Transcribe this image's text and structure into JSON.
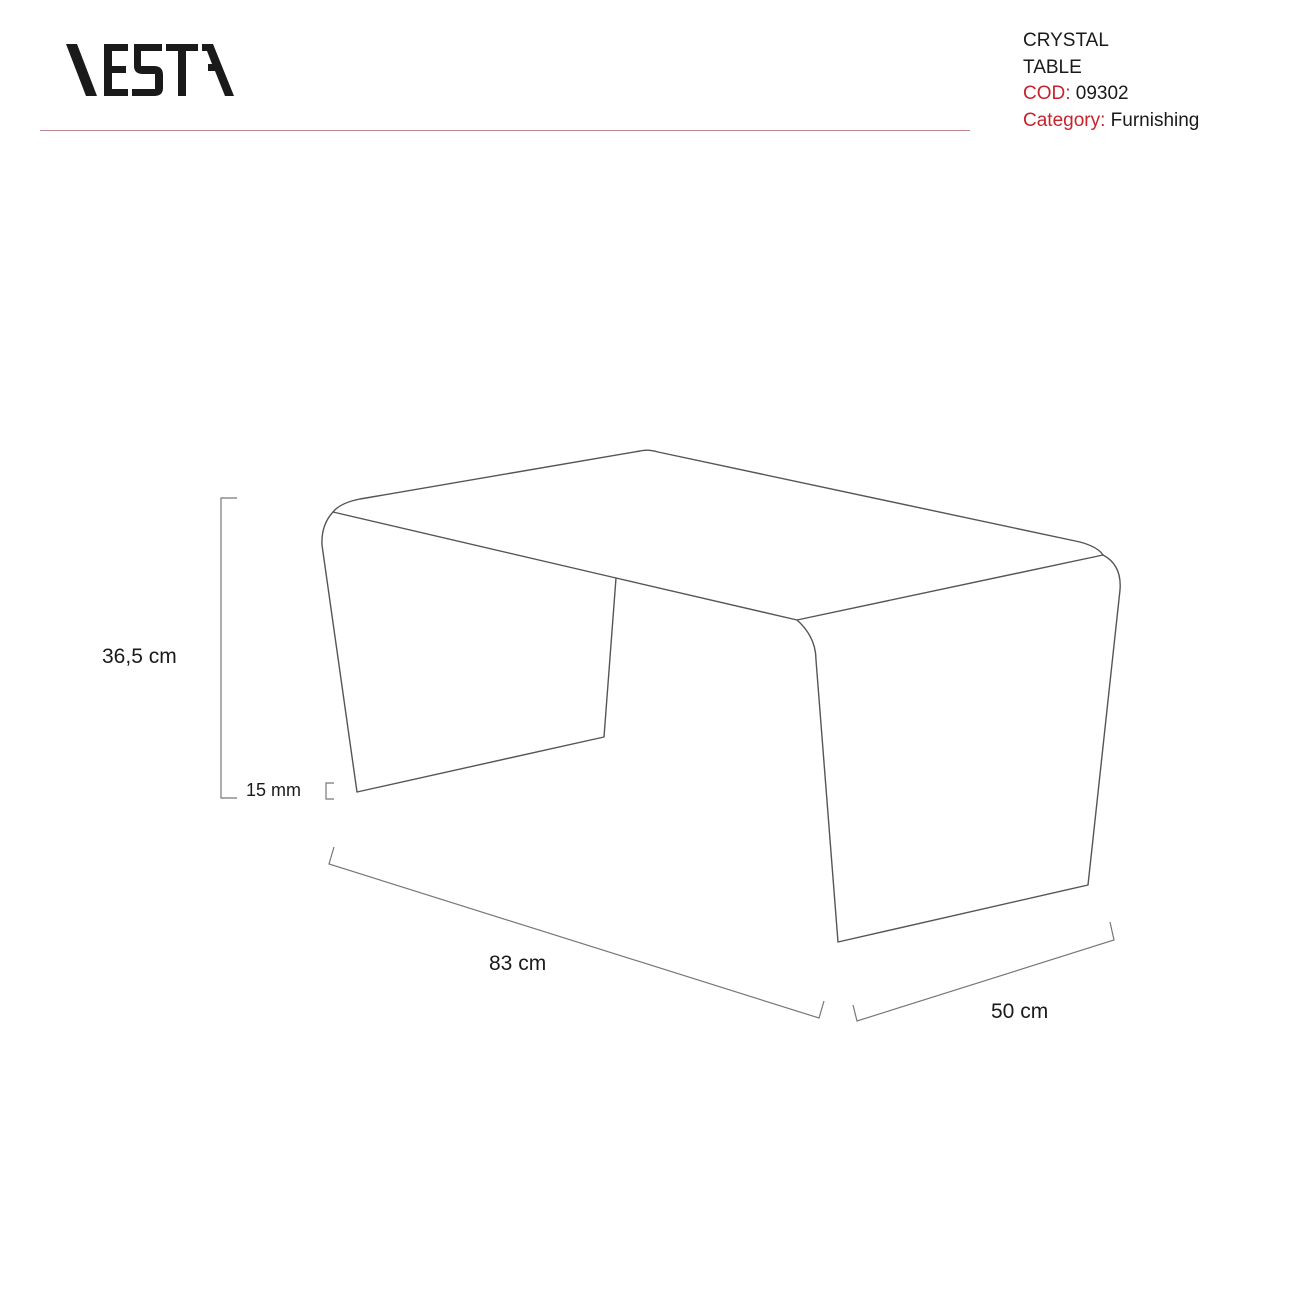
{
  "brand": {
    "logo_text": "VESTA"
  },
  "product": {
    "name_line1": "CRYSTAL",
    "name_line2": "TABLE",
    "code_label": "COD:",
    "code_value": "09302",
    "category_label": "Category:",
    "category_value": "Furnishing"
  },
  "dimensions": {
    "height": "36,5 cm",
    "thickness": "15 mm",
    "length": "83 cm",
    "depth": "50 cm"
  },
  "colors": {
    "accent_red": "#c8232c",
    "rule": "#b8868c",
    "line": "#555555",
    "text": "#1a1a1a"
  }
}
